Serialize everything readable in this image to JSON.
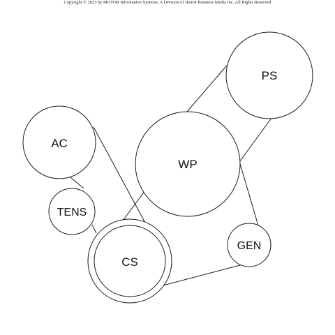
{
  "copyright": "Copyright © 2023 by MOTOR Information Systems, A Division of Hearst Business Media Inc. All Rights Reserved",
  "pulleys": {
    "ps": "PS",
    "ac": "AC",
    "wp": "WP",
    "tens": "TENS",
    "gen": "GEN",
    "cs": "CS"
  }
}
